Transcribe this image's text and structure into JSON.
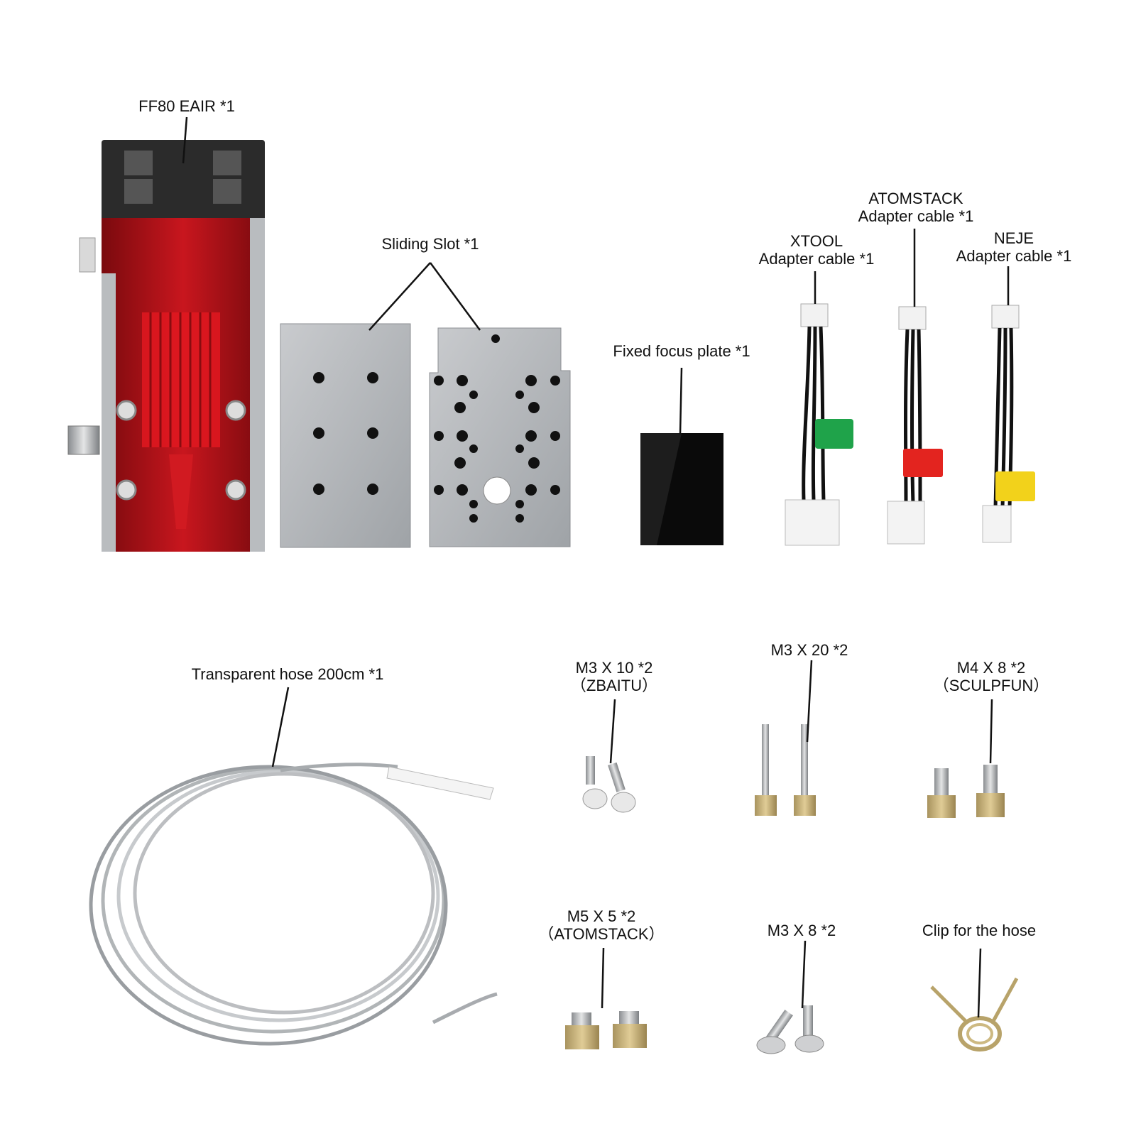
{
  "labels": {
    "laser_module": "FF80 EAIR *1",
    "sliding_slot": "Sliding Slot *1",
    "xtool_line1": "XTOOL",
    "xtool_line2": "Adapter cable *1",
    "atomstack_line1": "ATOMSTACK",
    "atomstack_line2": "Adapter cable *1",
    "neje_line1": "NEJE",
    "neje_line2": "Adapter cable *1",
    "focus_plate": "Fixed focus plate *1",
    "hose": "Transparent hose 200cm *1",
    "m3x10_line1": "M3 X 10 *2",
    "m3x10_line2": "（ZBAITU）",
    "m3x20": "M3 X 20 *2",
    "m4x8_line1": "M4 X 8 *2",
    "m4x8_line2": "（SCULPFUN）",
    "m5x5_line1": "M5 X 5 *2",
    "m5x5_line2": "（ATOMSTACK）",
    "m3x8": "M3 X 8 *2",
    "clip": "Clip for the hose"
  },
  "colors": {
    "laser_red": "#b3141b",
    "aluminum": "#b9bcbf",
    "tag_green": "#1fa34a",
    "tag_red": "#e3241f",
    "tag_yellow": "#f2d21b",
    "brass": "#c9b27a"
  }
}
